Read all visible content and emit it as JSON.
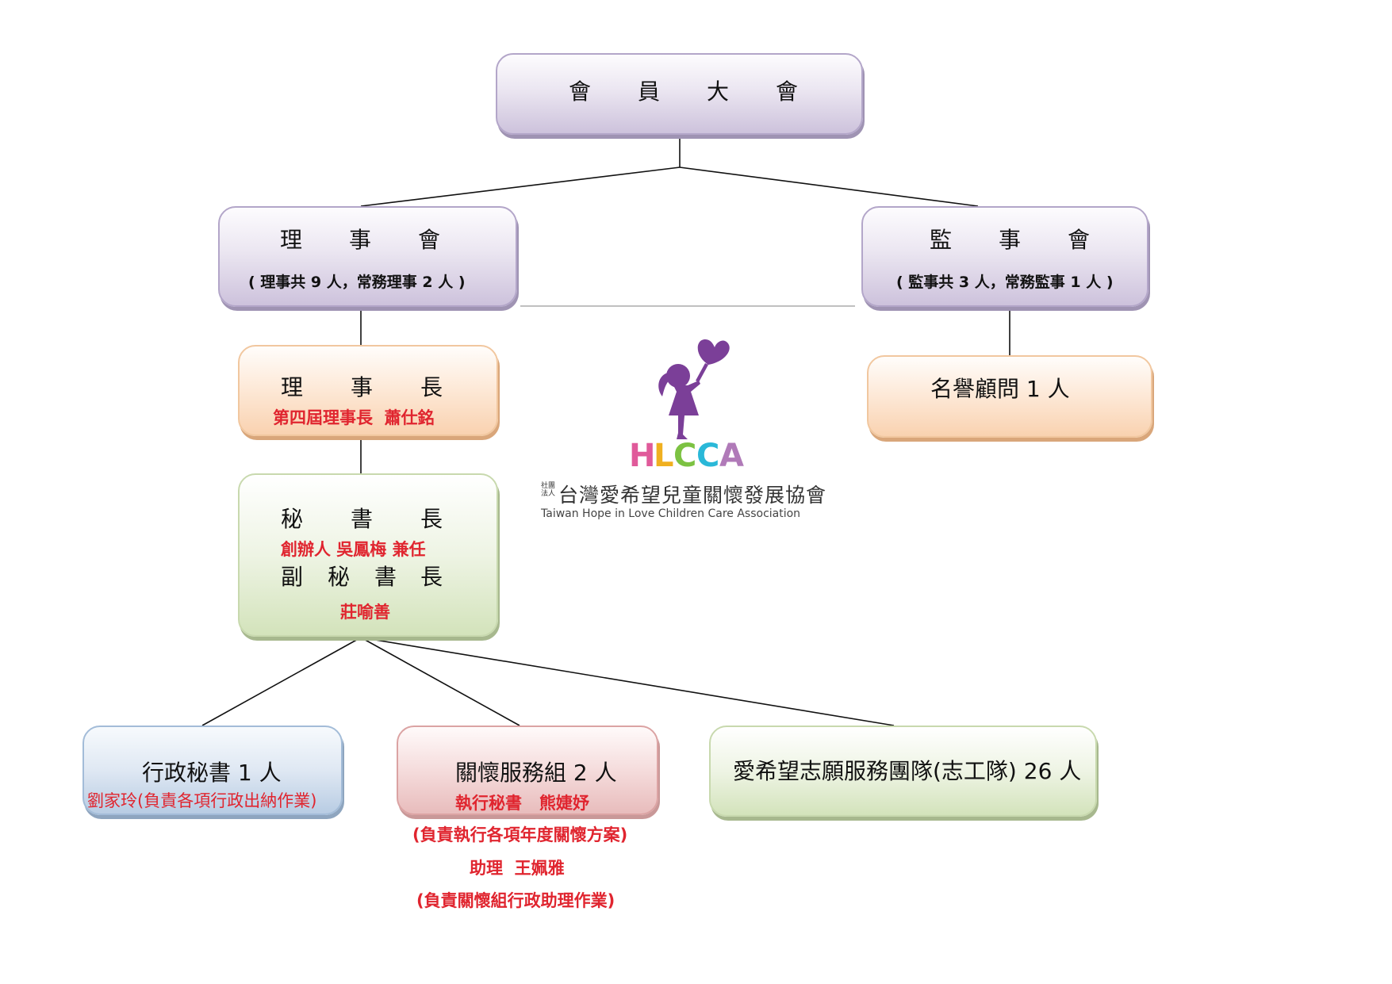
{
  "general_assembly": {
    "chars": [
      "會",
      "員",
      "大",
      "會"
    ]
  },
  "board": {
    "chars": [
      "理",
      "事",
      "會"
    ],
    "note": "( 理事共 9 人，常務理事 2 人 )"
  },
  "supervisors": {
    "chars": [
      "監",
      "事",
      "會"
    ],
    "note": "( 監事共 3 人，常務監事 1 人 )"
  },
  "chairman": {
    "chars": [
      "理",
      "事",
      "長"
    ],
    "name": "第四屆理事長  蕭仕銘"
  },
  "honorary_advisor": {
    "label": "名譽顧問 1 人"
  },
  "secretary_general": {
    "chars": [
      "秘",
      "書",
      "長"
    ],
    "name": "創辦人 吳鳳梅 兼任",
    "deputy_chars": [
      "副",
      "秘",
      "書",
      "長"
    ],
    "deputy_name": "莊喻善"
  },
  "admin_secretary": {
    "label": "行政秘書 1 人",
    "detail": "劉家玲(負責各項行政出納作業)"
  },
  "care_service": {
    "label": "關懷服務組 2 人",
    "detail1": "執行秘書   熊婕妤",
    "detail2": "(負責執行各項年度關懷方案)",
    "detail3": "助理  王姵雅",
    "detail4": "(負責關懷組行政助理作業)"
  },
  "volunteers": {
    "label": "愛希望志願服務團隊(志工隊) 26 人"
  },
  "logo": {
    "acronym_letters": [
      "H",
      "L",
      "C",
      "C",
      "A"
    ],
    "acronym_colors": [
      "#e05a9a",
      "#f0b020",
      "#7cc242",
      "#2ab8d8",
      "#b07ab8"
    ],
    "org_type": [
      "社團",
      "法人"
    ],
    "chinese_name": "台灣愛希望兒童關懷發展協會",
    "english_name": "Taiwan Hope in Love Children Care Association",
    "figure_color": "#7b3f98"
  },
  "colors": {
    "highlight_text": "#e0252f",
    "connector": "#111111",
    "divider": "#c0c0c0"
  }
}
